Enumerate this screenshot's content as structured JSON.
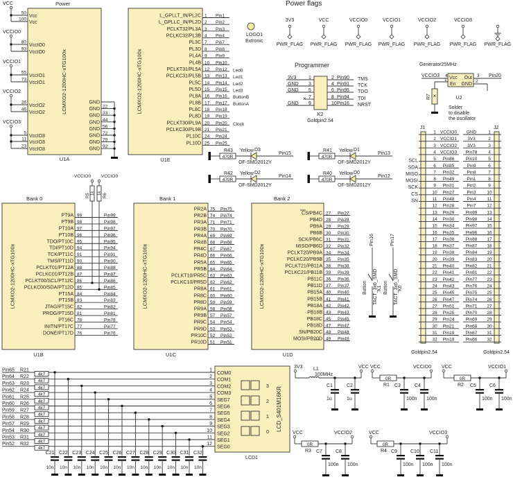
{
  "colors": {
    "chip_fill": "#fbf0bd",
    "wire": "#333333",
    "led_fill": "#f6f0a0"
  },
  "u1a": {
    "title": "Power",
    "ref": "U1A",
    "part": "LCMXO2-1200HC-xTG100x",
    "rails": [
      {
        "net": "VCC",
        "pins": [
          {
            "num": "50",
            "name": "Vcc"
          },
          {
            "num": "100",
            "name": "Vcc"
          }
        ]
      },
      {
        "net": "VCCIO0",
        "pins": [
          {
            "num": "80",
            "name": "VccIO0"
          },
          {
            "num": "93",
            "name": "VccIO0"
          }
        ]
      },
      {
        "net": "VCCIO1",
        "pins": [
          {
            "num": "55",
            "name": "VccIO1"
          },
          {
            "num": "73",
            "name": "VccIO1"
          }
        ]
      },
      {
        "net": "VCCIO2",
        "pins": [
          {
            "num": "26",
            "name": "VccIO2"
          },
          {
            "num": "46",
            "name": "VccIO2"
          }
        ]
      },
      {
        "net": "VCCIO3",
        "pins": [
          {
            "num": "5",
            "name": "VccIO3"
          },
          {
            "num": "11",
            "name": "VccIO3"
          },
          {
            "num": "23",
            "name": "VccIO3"
          }
        ]
      }
    ],
    "gnd_label": "GND",
    "gnd_pins": [
      "",
      "22",
      "33",
      "44",
      "56",
      "72",
      "79",
      "92"
    ]
  },
  "u1e": {
    "ref": "U1E",
    "part": "LCMXO2-1200HC-xTG100x",
    "pins": [
      {
        "name": "L_GPLLT_IN/PL2C",
        "num": "1",
        "net": "Pin1"
      },
      {
        "name": "L_GPLLC_IN/PL2D",
        "num": "2",
        "net": "Pin2"
      },
      {
        "name": "PCLKT32/PL3A",
        "num": "3",
        "net": "Pin3"
      },
      {
        "name": "PCLKC32/PL3B",
        "num": "4",
        "net": "Pin4"
      },
      {
        "name": "PL3C",
        "num": "7",
        "net": "Pin7"
      },
      {
        "name": "PL3D",
        "num": "8",
        "net": "Pin8"
      },
      {
        "name": "PL4A",
        "num": "9",
        "net": "Pin9"
      },
      {
        "name": "PL4B",
        "num": "10",
        "net": "Pin10"
      },
      {
        "name": "PCLKT31/PL5A",
        "num": "12",
        "net": "Pin12",
        "note": "Led0"
      },
      {
        "name": "PCLKC31/PL5B",
        "num": "13",
        "net": "Pin13",
        "note": "Led1"
      },
      {
        "name": "PL5C",
        "num": "14",
        "net": "Pin14",
        "note": "Led2"
      },
      {
        "name": "PL5D",
        "num": "15",
        "net": "Pin15",
        "note": "Led3"
      },
      {
        "name": "PL8A",
        "num": "16",
        "net": "Pin16",
        "note": "ButtonB"
      },
      {
        "name": "PL8B",
        "num": "17",
        "net": "Pin17",
        "note": "ButtonA"
      },
      {
        "name": "PL8C",
        "num": "18",
        "net": "Pin18"
      },
      {
        "name": "PL8D",
        "num": "19",
        "net": "Pin19"
      },
      {
        "name": "PCLKT30/PL9A",
        "num": "20",
        "net": "Pin20",
        "note": "Clock"
      },
      {
        "name": "PCLKC30/PL9B",
        "num": "21",
        "net": "Pin21"
      },
      {
        "name": "PL10C",
        "num": "24",
        "net": "Pin24"
      },
      {
        "name": "PL10D",
        "num": "25",
        "net": "Pin25"
      }
    ]
  },
  "logo": {
    "ref": "LOGO1",
    "value": "Extronic"
  },
  "power_flags": {
    "title": "Power flags",
    "label": "PWR_FLAG",
    "nets": [
      "3V3",
      "VCC",
      "VCCIO0",
      "VCCIO1",
      "VCCIO2",
      "VCCIO3",
      "GND"
    ]
  },
  "programmer": {
    "title": "Programmer",
    "ref": "K2",
    "value": "Goldpin2.54",
    "left": [
      {
        "net": "3V3",
        "num": "1"
      },
      {
        "net": "GND",
        "num": "3"
      },
      {
        "net": "GND",
        "num": "5"
      },
      {
        "net": "",
        "num": "7"
      },
      {
        "net": "GND",
        "num": "9"
      }
    ],
    "right": [
      {
        "num": "2",
        "net": "Pin90",
        "fn": "TMS"
      },
      {
        "num": "4",
        "net": "Pin91",
        "fn": "TCK"
      },
      {
        "num": "6",
        "net": "Pin95",
        "fn": "TDO"
      },
      {
        "num": "8",
        "net": "Pin94",
        "fn": "TDI"
      },
      {
        "num": "10",
        "net": "Pin16",
        "fn": "NRST"
      }
    ]
  },
  "generator": {
    "title": "Generator25MHz",
    "ref": "U2",
    "in_net": "VCCIO3",
    "pin_vcc": "4",
    "pin_en": "1",
    "pin_out": "3",
    "pin_gnd": "2",
    "lbl_vcc": "Vcc",
    "lbl_out": "Out",
    "lbl_en": "En",
    "lbl_gnd": "GND",
    "out_net": "Pin20",
    "r_ref": "R7",
    "note": [
      "Solder",
      "to disable",
      "the oscillator"
    ]
  },
  "headers": {
    "j1_ref": "J1",
    "j2_ref": "J2",
    "value": "Goldpin2.54",
    "j1": [
      "VCCIO0",
      "VCCIO1",
      "VCCIO2",
      "VCCIO3",
      "Pin86",
      "Pin85",
      "Pin32",
      "Pin49",
      "Pin31",
      "Pin27",
      "Pin48",
      "Pin28",
      "Pin29",
      "Pin30",
      "Pin34",
      "Pin35",
      "Pin36",
      "Pin37",
      "Pin38",
      "Pin39",
      "Pin40",
      "Pin41",
      "Pin42",
      "Pin43",
      "Pin45",
      "Pin47",
      "Pin51",
      "Pin25",
      "Pin24",
      "Pin21",
      "Pin19",
      "Pin18"
    ],
    "j2": [
      "GND",
      "3V3",
      "3V3",
      "Pin78",
      "Pin10",
      "Pin9",
      "Pin8",
      "Pin1",
      "Pin2",
      "Pin3",
      "Pin4",
      "Pin7",
      "Pin99",
      "Pin98",
      "Pin97",
      "Pin96",
      "Pin88",
      "Pin87",
      "Pin84",
      "Pin83",
      "Pin82",
      "Pin81",
      "Pin77",
      "Pin76",
      "Pin75",
      "Pin74",
      "Pin71",
      "Pin70",
      "Pin69",
      "Pin68",
      "Pin67",
      "Pin66"
    ],
    "signals": {
      "5": "SCL",
      "6": "SDA",
      "7": "MISO",
      "8": "MOSI",
      "9": "SCK",
      "10": "CS",
      "11": "SN"
    }
  },
  "leds": [
    {
      "r": "R43",
      "rv": "470R",
      "d": "D3",
      "color": "Yellow",
      "part": "OF-SMD2012Y",
      "net": "Pin15"
    },
    {
      "r": "R41",
      "rv": "470R",
      "d": "D1",
      "color": "Yellow",
      "part": "OF-SMD2012Y",
      "net": "Pin13"
    },
    {
      "r": "R42",
      "rv": "470R",
      "d": "D2",
      "color": "Yellow",
      "part": "OF-SMD2012Y",
      "net": "Pin14"
    },
    {
      "r": "R40",
      "rv": "470R",
      "d": "D0",
      "color": "Yellow",
      "part": "OF-SMD2012Y",
      "net": "Pin12"
    }
  ],
  "u1b": {
    "title": "Bank 0",
    "ref": "U1B",
    "part": "LCMXO2-1200HC-xTG100x",
    "pins": [
      {
        "name": "PT9A",
        "num": "99",
        "net": "Pin99"
      },
      {
        "name": "PT9B",
        "num": "98",
        "net": "Pin98"
      },
      {
        "name": "PT10A",
        "num": "97",
        "net": "Pin97"
      },
      {
        "name": "PT10B",
        "num": "96",
        "net": "Pin96"
      },
      {
        "name": "TDO/PT10C",
        "num": "95",
        "net": "Pin95"
      },
      {
        "name": "TDI/PT10D",
        "num": "94",
        "net": "Pin94"
      },
      {
        "name": "TCK/PT11C",
        "num": "91",
        "net": "Pin91"
      },
      {
        "name": "TMS/PT11D",
        "num": "90",
        "net": "Pin90"
      },
      {
        "name": "PCLKT01/PT12A",
        "num": "88",
        "net": "Pin88"
      },
      {
        "name": "PCLKC01/PT12B",
        "num": "87",
        "net": "Pin87"
      },
      {
        "name": "PCLKT00/SCL/PT12C",
        "num": "86",
        "net": "Pin86"
      },
      {
        "name": "PCLKC00/SDA/PT12D",
        "num": "85",
        "net": "Pin85"
      },
      {
        "name": "PT15A",
        "num": "84",
        "net": "Pin84"
      },
      {
        "name": "PT15B",
        "num": "83",
        "net": "Pin83"
      },
      {
        "name": "JTAG/PT15C",
        "num": "82",
        "net": "Pin82"
      },
      {
        "name": "PROG/PT15D",
        "num": "81",
        "net": "Pin81"
      },
      {
        "name": "PT16C",
        "num": "78",
        "net": "Pin78"
      },
      {
        "name": "INITN/PT17C",
        "num": "77",
        "net": "Pin77"
      },
      {
        "name": "DONE/PT17D",
        "num": "76",
        "net": "Pin76"
      }
    ],
    "pullups": [
      {
        "ref": "R5",
        "value": "1k",
        "net": "VCCIO0"
      },
      {
        "ref": "R6",
        "value": "1k",
        "net": "VCCIO0"
      }
    ]
  },
  "u1c": {
    "title": "Bank 1",
    "ref": "U1C",
    "part": "LCMXO2-1200HC-xTG100x",
    "pins": [
      {
        "name": "PR2A",
        "num": "75",
        "net": "Pin75"
      },
      {
        "name": "PR2B",
        "num": "74",
        "net": "Pin74"
      },
      {
        "name": "PR3A",
        "num": "71",
        "net": "Pin71"
      },
      {
        "name": "PR3B",
        "num": "70",
        "net": "Pin70"
      },
      {
        "name": "PR4A",
        "num": "69",
        "net": "Pin69"
      },
      {
        "name": "PR4B",
        "num": "68",
        "net": "Pin68"
      },
      {
        "name": "PR4C",
        "num": "67",
        "net": "Pin67"
      },
      {
        "name": "PR4D",
        "num": "66",
        "net": "Pin66"
      },
      {
        "name": "PR5A",
        "num": "65",
        "net": "Pin65"
      },
      {
        "name": "PR5B",
        "num": "64",
        "net": "Pin64"
      },
      {
        "name": "PCLKT10/PR5C",
        "num": "63",
        "net": "Pin63"
      },
      {
        "name": "PCLKC10/PR5D",
        "num": "62",
        "net": "Pin62"
      },
      {
        "name": "PR8A",
        "num": "61",
        "net": "Pin61"
      },
      {
        "name": "PR8C",
        "num": "60",
        "net": "Pin60"
      },
      {
        "name": "PR8D",
        "num": "59",
        "net": "Pin59"
      },
      {
        "name": "PR9A",
        "num": "58",
        "net": "Pin58"
      },
      {
        "name": "PR9B",
        "num": "57",
        "net": "Pin57"
      },
      {
        "name": "PR9C",
        "num": "54",
        "net": "Pin54"
      },
      {
        "name": "PR9D",
        "num": "53",
        "net": "Pin53"
      },
      {
        "name": "PR10C",
        "num": "52",
        "net": "Pin52"
      },
      {
        "name": "PR10D",
        "num": "51",
        "net": "Pin51"
      }
    ]
  },
  "u1d": {
    "title": "Bank 2",
    "ref": "U1D",
    "part": "LCMXO2-1200HC-xTG100x",
    "pins": [
      {
        "name": "CS/PB4C",
        "num": "27",
        "net": "Pin27"
      },
      {
        "name": "PB4D",
        "num": "28",
        "net": "Pin28"
      },
      {
        "name": "PB6A",
        "num": "29",
        "net": "Pin29"
      },
      {
        "name": "PB6B",
        "num": "30",
        "net": "Pin30"
      },
      {
        "name": "SCK/PB6C",
        "num": "31",
        "net": "Pin31"
      },
      {
        "name": "MISO/PB6D",
        "num": "32",
        "net": "Pin32"
      },
      {
        "name": "PCLKT20/PB9A",
        "num": "34",
        "net": "Pin34"
      },
      {
        "name": "PCLKC20/PB9B",
        "num": "35",
        "net": "Pin35"
      },
      {
        "name": "PCLKT21/PB11A",
        "num": "38",
        "net": "Pin38"
      },
      {
        "name": "PCLKC21/PB11B",
        "num": "39",
        "net": "Pin39"
      },
      {
        "name": "PB11C",
        "num": "36",
        "net": "Pin36"
      },
      {
        "name": "PB11D",
        "num": "37",
        "net": "Pin37"
      },
      {
        "name": "PB15A",
        "num": "40",
        "net": "Pin40"
      },
      {
        "name": "PB15B",
        "num": "41",
        "net": "Pin41"
      },
      {
        "name": "PB18A",
        "num": "42",
        "net": "Pin42"
      },
      {
        "name": "PB18B",
        "num": "43",
        "net": "Pin43"
      },
      {
        "name": "PB18C",
        "num": "45",
        "net": "Pin45"
      },
      {
        "name": "PB18D",
        "num": "47",
        "net": "Pin47"
      },
      {
        "name": "SN/PB20C",
        "num": "48",
        "net": "Pin48"
      },
      {
        "name": "MOSI/PB20D",
        "num": "49",
        "net": "Pin49"
      }
    ]
  },
  "buttons": [
    {
      "net": "Pin16",
      "label": "Button",
      "part": "TACT_3x6_SMD",
      "ref": "K1"
    },
    {
      "net": "Pin17",
      "label": "Button",
      "part": "TACT_3x6_SMD",
      "ref": "K0"
    }
  ],
  "lcd": {
    "ref": "LCD1",
    "part": "LCD_S401M16KR",
    "digits": [
      "3",
      "2",
      "1",
      "0"
    ],
    "rows": [
      {
        "net": "Pin65",
        "r": "R21",
        "pin": "1",
        "sig": "COM0",
        "c": "C21"
      },
      {
        "net": "Pin64",
        "r": "R22",
        "pin": "2",
        "sig": "COM1",
        "c": "C22"
      },
      {
        "net": "Pin63",
        "r": "R23",
        "pin": "3",
        "sig": "COM2",
        "c": "C23"
      },
      {
        "net": "Pin62",
        "r": "R24",
        "pin": "4",
        "sig": "COM3",
        "c": "C24"
      },
      {
        "net": "Pin61",
        "r": "R25",
        "pin": "5",
        "sig": "SEG7",
        "c": "C25"
      },
      {
        "net": "Pin60",
        "r": "R26",
        "pin": "6",
        "sig": "SEG6",
        "c": "C26"
      },
      {
        "net": "Pin59",
        "r": "R27",
        "pin": "7",
        "sig": "SEG5",
        "c": "C27"
      },
      {
        "net": "Pin58",
        "r": "R28",
        "pin": "8",
        "sig": "SEG4",
        "c": "C28"
      },
      {
        "net": "Pin57",
        "r": "R29",
        "pin": "9",
        "sig": "SEG3",
        "c": "C29"
      },
      {
        "net": "Pin54",
        "r": "R30",
        "pin": "10",
        "sig": "SEG2",
        "c": "C30"
      },
      {
        "net": "Pin53",
        "r": "R31",
        "pin": "11",
        "sig": "SEG1",
        "c": "C31"
      },
      {
        "net": "Pin52",
        "r": "R32",
        "pin": "12",
        "sig": "SEG0",
        "c": "C32"
      }
    ],
    "r_value": "4k7",
    "c_value": "10n"
  },
  "filters": {
    "l1": {
      "in": "3V3",
      "ref": "L1",
      "value": "100MHz",
      "out": "VCC",
      "caps": [
        {
          "ref": "C1",
          "value": "1u"
        },
        {
          "ref": "C2",
          "value": "1u"
        }
      ]
    },
    "groups": [
      {
        "in": "VCC",
        "r": "R1",
        "rv": "0R",
        "out": "VCCIO0",
        "caps": [
          {
            "ref": "C3",
            "value": "100n"
          },
          {
            "ref": "C4",
            "value": "100n"
          }
        ]
      },
      {
        "in": "VCC",
        "r": "R2",
        "rv": "0R",
        "out": "VCCIO1",
        "caps": [
          {
            "ref": "C5",
            "value": "100n"
          },
          {
            "ref": "C6",
            "value": "100n"
          }
        ]
      },
      {
        "in": "VCC",
        "r": "R3",
        "rv": "0R",
        "out": "VCCIO2",
        "caps": [
          {
            "ref": "C7",
            "value": "100n"
          },
          {
            "ref": "C8",
            "value": "100n"
          }
        ]
      },
      {
        "in": "VCC",
        "r": "R4",
        "rv": "0R",
        "out": "VCCIO3",
        "caps": [
          {
            "ref": "C9",
            "value": "100n"
          },
          {
            "ref": "C10",
            "value": "100n"
          },
          {
            "ref": "C11",
            "value": "100n"
          }
        ]
      }
    ]
  }
}
